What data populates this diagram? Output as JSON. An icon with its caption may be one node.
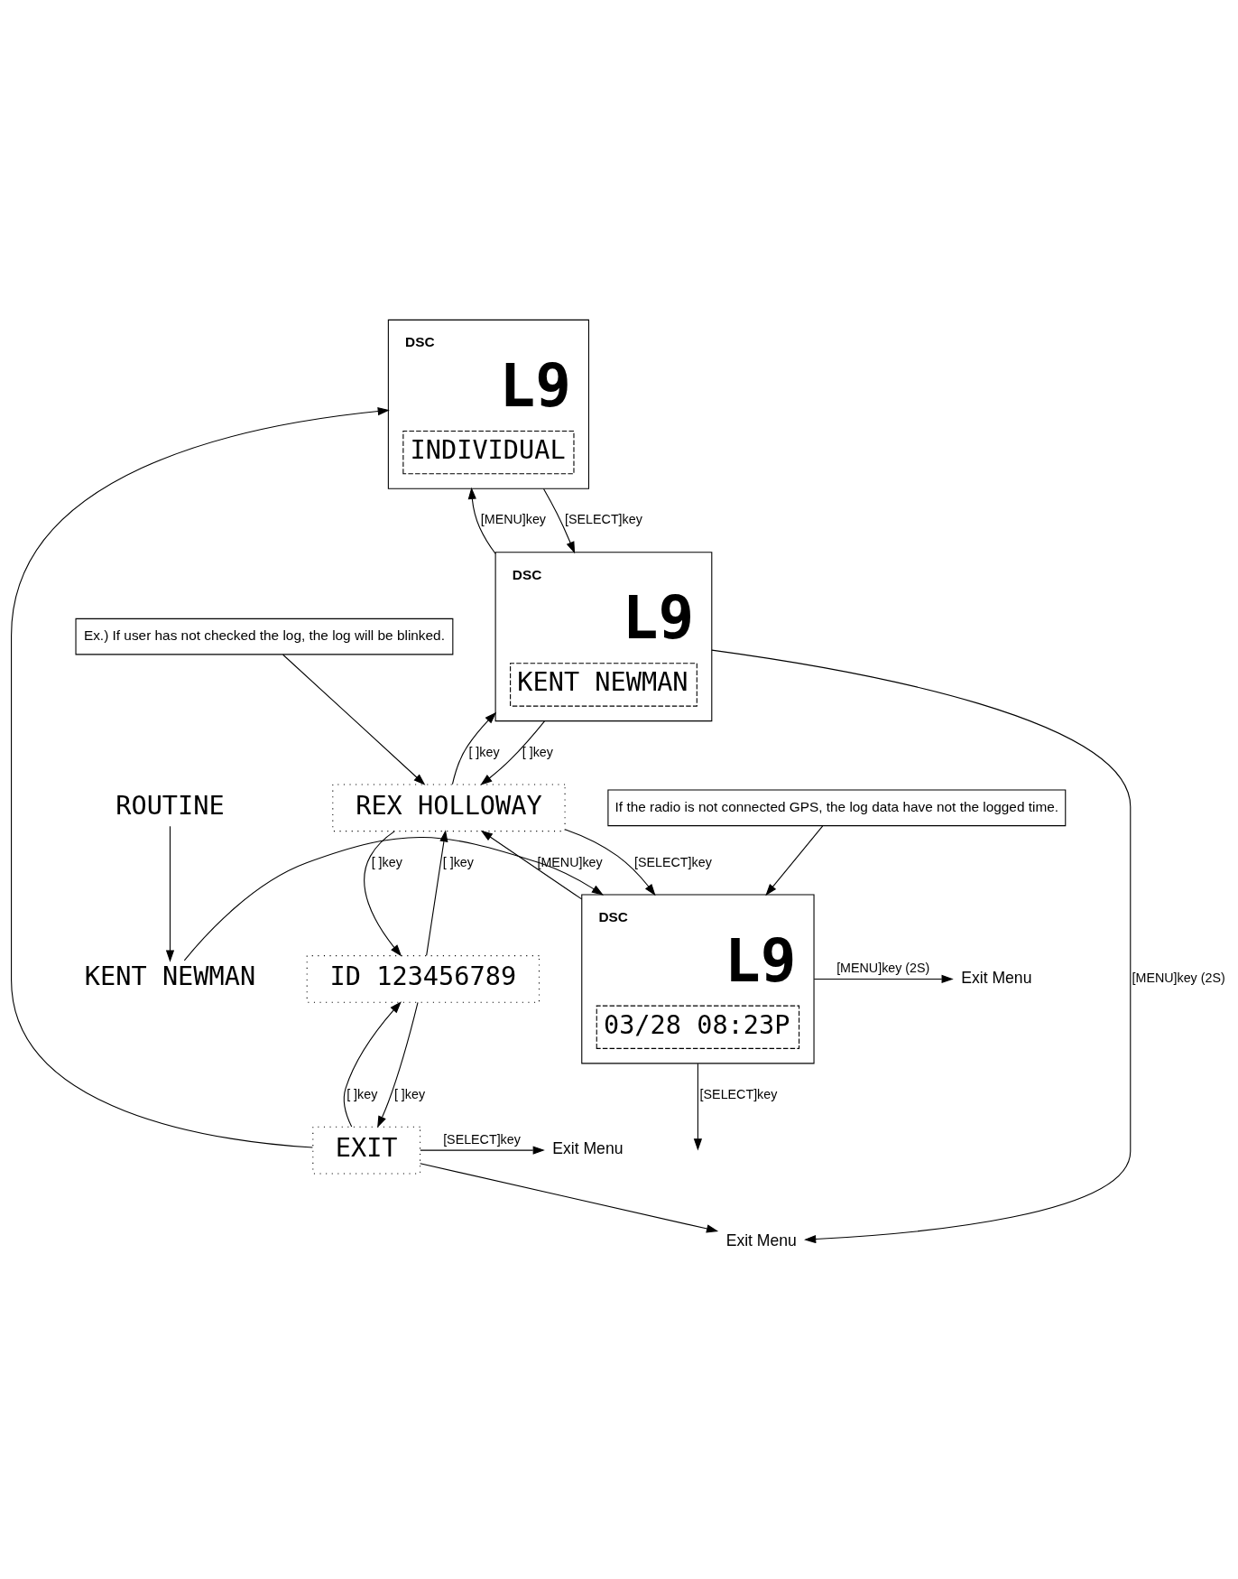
{
  "diagram": {
    "nodes": [
      {
        "text": [
          "DSC",
          "L9",
          "INDIVIDUAL"
        ]
      },
      {
        "text": [
          "DSC",
          "L9",
          "KENT NEWMAN"
        ]
      },
      {
        "text": [
          "REX HOLLOWAY"
        ]
      },
      {
        "text": [
          "ID 123456789"
        ]
      },
      {
        "text": [
          "EXIT"
        ]
      },
      {
        "text": [
          "Exit Menu"
        ]
      },
      {
        "text": [
          "Exit Menu"
        ]
      },
      {
        "text": [
          "Ex.) If user has not checked the log, the log will be blinked."
        ]
      },
      {
        "text": [
          "DSC",
          "L9",
          "03/28 08:23P"
        ]
      },
      {
        "text": [
          "Exit Menu"
        ]
      },
      {
        "text": [
          "KENT NEWMAN"
        ]
      },
      {
        "text": [
          "ROUTINE"
        ]
      },
      {
        "text": [
          "If the radio is not connected GPS, the log data have not the logged time."
        ]
      }
    ],
    "edges": [
      {
        "from": 0,
        "to": 1,
        "label": "[SELECT]key",
        "arrow": "to"
      },
      {
        "from": 1,
        "to": 0,
        "label": "[MENU]key",
        "arrow": "to"
      },
      {
        "from": 4,
        "to": 0,
        "arrow": "to"
      },
      {
        "from": 1,
        "to": 5,
        "label": "[MENU]key (2S)",
        "arrow": "to"
      },
      {
        "from": 4,
        "to": 5,
        "arrow": "to"
      },
      {
        "from": 1,
        "to": 2,
        "label": "[ ]key",
        "arrow": "to"
      },
      {
        "from": 2,
        "to": 1,
        "label": "[ ]key",
        "arrow": "to"
      },
      {
        "from": 2,
        "to": 3,
        "label": "[ ]key",
        "arrow": "to"
      },
      {
        "from": 3,
        "to": 2,
        "label": "[ ]key",
        "arrow": "to"
      },
      {
        "from": 3,
        "to": 4,
        "label": "[ ]key",
        "arrow": "to"
      },
      {
        "from": 4,
        "to": 3,
        "label": "[ ]key",
        "arrow": "to"
      },
      {
        "from": 7,
        "to": 2,
        "arrow": "to"
      },
      {
        "from": 4,
        "to": 6,
        "label": "[SELECT]key",
        "arrow": "to"
      },
      {
        "from": 2,
        "to": 8,
        "label": "[SELECT]key",
        "arrow": "to"
      },
      {
        "from": 8,
        "to": 2,
        "label": "[MENU]key",
        "arrow": "to"
      },
      {
        "from": 8,
        "to": 9,
        "label": "[MENU]key (2S)",
        "arrow": "to"
      },
      {
        "from": 10,
        "to": 8,
        "arrow": "to"
      },
      {
        "from": 11,
        "to": 10,
        "arrow": "to"
      },
      {
        "from": 12,
        "to": 8,
        "arrow": "to"
      },
      {
        "from": 8,
        "to": null,
        "label": "[SELECT]key",
        "arrow": "to"
      }
    ]
  }
}
